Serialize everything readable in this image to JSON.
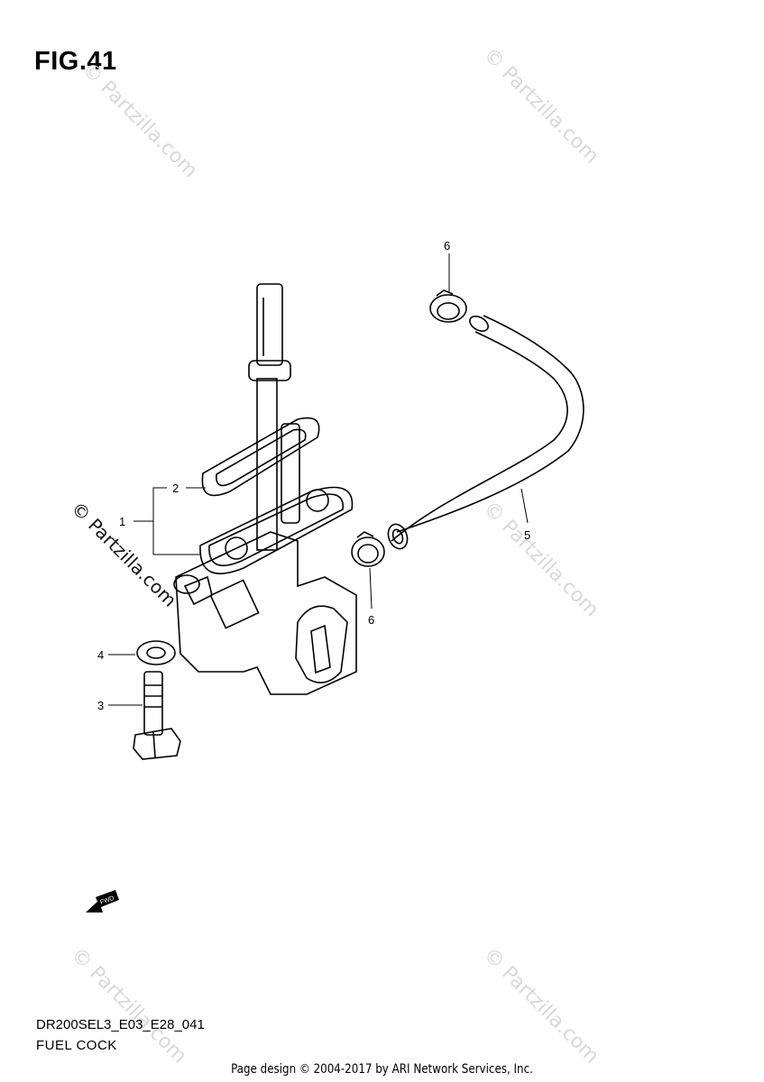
{
  "figure": {
    "title": "FIG.41"
  },
  "callouts": [
    "1",
    "2",
    "3",
    "4",
    "5",
    "6",
    "6"
  ],
  "watermarks": {
    "light": "© Partzilla.com",
    "dark": "© Partzilla.com"
  },
  "fwd_icon": {
    "label": "FWD",
    "icon": "forward-arrow-icon"
  },
  "diagram_code": "DR200SEL3_E03_E28_041",
  "diagram_name": "FUEL COCK",
  "footer": "Page design © 2004-2017 by ARI Network Services, Inc."
}
